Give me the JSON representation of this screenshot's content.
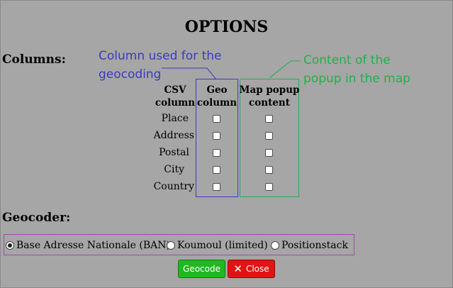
{
  "dialog": {
    "title": "OPTIONS"
  },
  "columns": {
    "section_label": "Columns:",
    "annotation_geo": "Column used for the geocoding",
    "annotation_popup": "Content of the popup in the map",
    "headers": {
      "csv": "CSV column",
      "geo": "Geo column",
      "popup": "Map popup content"
    },
    "rows": [
      {
        "label": "Place",
        "geo_checked": false,
        "popup_checked": false
      },
      {
        "label": "Address",
        "geo_checked": false,
        "popup_checked": false
      },
      {
        "label": "Postal",
        "geo_checked": false,
        "popup_checked": false
      },
      {
        "label": "City",
        "geo_checked": false,
        "popup_checked": false
      },
      {
        "label": "Country",
        "geo_checked": false,
        "popup_checked": false
      }
    ]
  },
  "geocoder": {
    "section_label": "Geocoder:",
    "options": [
      {
        "label": "Base Adresse Nationale (BAN)",
        "selected": true
      },
      {
        "label": "Koumoul (limited)",
        "selected": false
      },
      {
        "label": "Positionstack",
        "selected": false
      }
    ]
  },
  "buttons": {
    "geocode": "Geocode",
    "close": "Close",
    "close_icon": "close-x-icon"
  },
  "colors": {
    "background": "#a6a6a6",
    "geo_accent": "#3b3bbf",
    "popup_accent": "#21b04b",
    "geocoder_border": "#9b4fa0",
    "geocode_button": "#1fb81f",
    "close_button": "#e01414"
  }
}
